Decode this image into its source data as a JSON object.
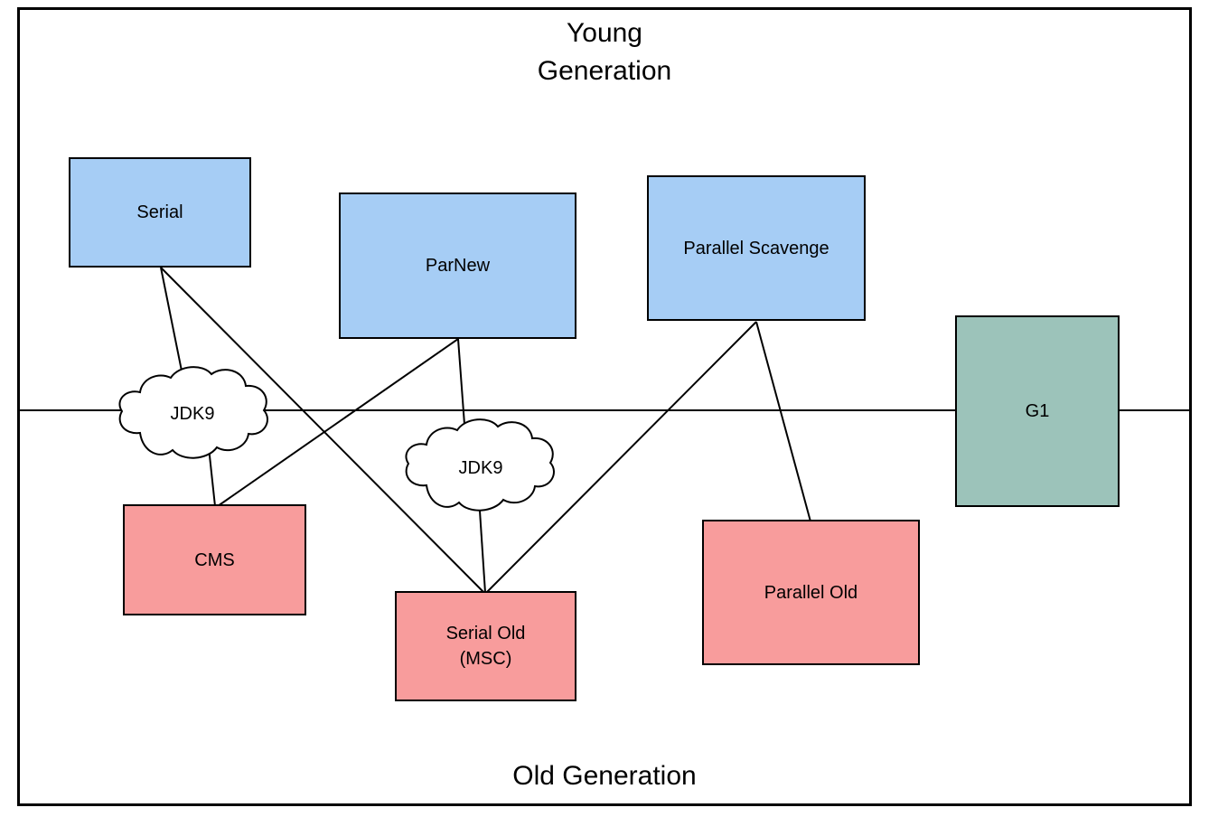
{
  "titles": {
    "young": {
      "line1": "Young",
      "line2": "Generation"
    },
    "old": "Old Generation"
  },
  "nodes": {
    "serial": {
      "label": "Serial",
      "generation": "young",
      "fill": "#A6CDF5"
    },
    "parnew": {
      "label": "ParNew",
      "generation": "young",
      "fill": "#A6CDF5"
    },
    "parallel_scavenge": {
      "label": "Parallel Scavenge",
      "generation": "young",
      "fill": "#A6CDF5"
    },
    "g1": {
      "label": "G1",
      "generation": "both",
      "fill": "#9CC3BA"
    },
    "cms": {
      "label": "CMS",
      "generation": "old",
      "fill": "#F89C9C"
    },
    "serial_old": {
      "label": "Serial Old",
      "sublabel": "(MSC)",
      "generation": "old",
      "fill": "#F89C9C"
    },
    "parallel_old": {
      "label": "Parallel Old",
      "generation": "old",
      "fill": "#F89C9C"
    }
  },
  "clouds": {
    "left": {
      "label": "JDK9"
    },
    "center": {
      "label": "JDK9"
    }
  },
  "edges": [
    {
      "from": "serial",
      "to": "jdk9-cloud-left"
    },
    {
      "from": "jdk9-cloud-left",
      "to": "cms"
    },
    {
      "from": "serial",
      "to": "serial_old"
    },
    {
      "from": "parnew",
      "to": "cms"
    },
    {
      "from": "parnew",
      "to": "jdk9-cloud-center"
    },
    {
      "from": "jdk9-cloud-center",
      "to": "serial_old"
    },
    {
      "from": "parallel_scavenge",
      "to": "serial_old"
    },
    {
      "from": "parallel_scavenge",
      "to": "parallel_old"
    }
  ],
  "colors": {
    "young_fill": "#A6CDF5",
    "old_fill": "#F89C9C",
    "g1_fill": "#9CC3BA",
    "stroke": "#000000",
    "background": "#FFFFFF"
  }
}
